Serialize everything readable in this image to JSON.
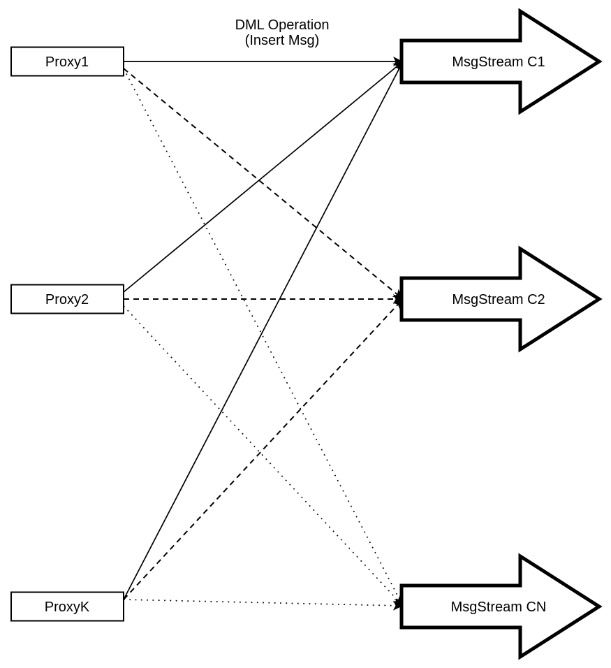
{
  "diagram": {
    "edge_label": {
      "lines": [
        "DML Operation",
        "(Insert Msg)"
      ]
    },
    "colors": {
      "stroke": "#000000",
      "node_fill": "#ffffff",
      "background": "#ffffff"
    },
    "proxies": [
      {
        "id": "proxy1",
        "label": "Proxy1"
      },
      {
        "id": "proxy2",
        "label": "Proxy2"
      },
      {
        "id": "proxyK",
        "label": "ProxyK"
      }
    ],
    "streams": [
      {
        "id": "c1",
        "label": "MsgStream C1"
      },
      {
        "id": "c2",
        "label": "MsgStream C2"
      },
      {
        "id": "cn",
        "label": "MsgStream CN"
      }
    ],
    "edges": [
      {
        "from": "proxy1",
        "to": "c1",
        "style": "solid"
      },
      {
        "from": "proxy1",
        "to": "c2",
        "style": "dashed"
      },
      {
        "from": "proxy1",
        "to": "cn",
        "style": "dotted"
      },
      {
        "from": "proxy2",
        "to": "c1",
        "style": "solid"
      },
      {
        "from": "proxy2",
        "to": "c2",
        "style": "dashed"
      },
      {
        "from": "proxy2",
        "to": "cn",
        "style": "dotted"
      },
      {
        "from": "proxyK",
        "to": "c1",
        "style": "solid"
      },
      {
        "from": "proxyK",
        "to": "c2",
        "style": "dashed"
      },
      {
        "from": "proxyK",
        "to": "cn",
        "style": "dotted"
      }
    ]
  }
}
